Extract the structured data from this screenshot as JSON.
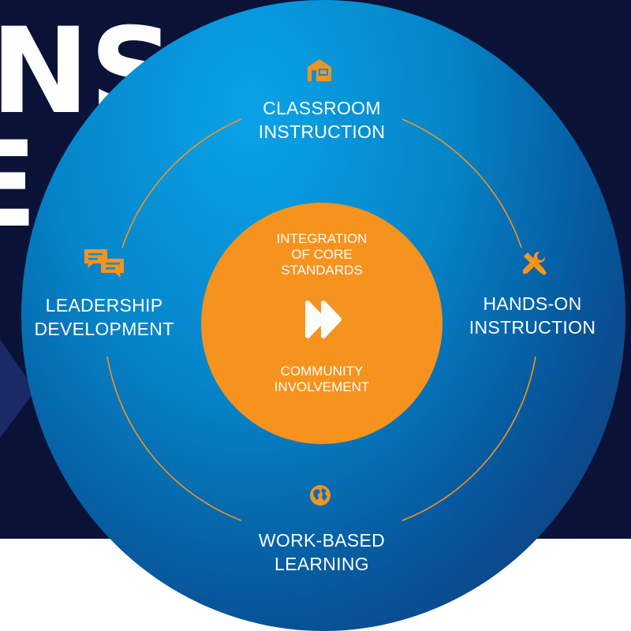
{
  "background_text": {
    "line1": "NS",
    "line2": "E"
  },
  "center": {
    "top_text": [
      "INTEGRATION",
      "OF CORE",
      "STANDARDS"
    ],
    "bottom_text": [
      "COMMUNITY",
      "INVOLVEMENT"
    ],
    "icon": "double-chevron-right-icon"
  },
  "nodes": {
    "top": {
      "lines": [
        "CLASSROOM",
        "INSTRUCTION"
      ],
      "icon": "classroom-building-icon"
    },
    "right": {
      "lines": [
        "HANDS-ON",
        "INSTRUCTION"
      ],
      "icon": "wrench-screwdriver-icon"
    },
    "bottom": {
      "lines": [
        "WORK-BASED",
        "LEARNING"
      ],
      "icon": "globe-icon"
    },
    "left": {
      "lines": [
        "LEADERSHIP",
        "DEVELOPMENT"
      ],
      "icon": "chat-bubbles-icon"
    }
  },
  "colors": {
    "navy_background": "#0a1238",
    "circle_light": "#0aa3e8",
    "circle_dark": "#17326e",
    "accent_orange": "#f6931e",
    "text": "#ffffff"
  }
}
